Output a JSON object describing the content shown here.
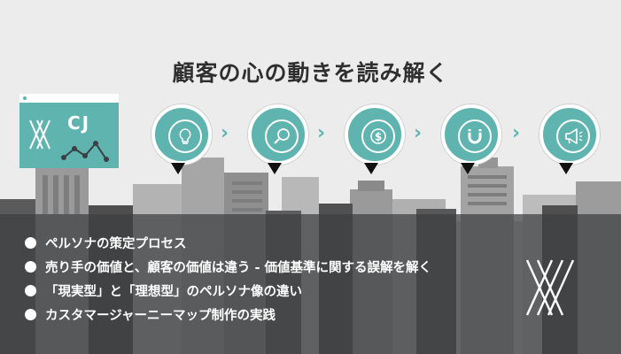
{
  "header": {
    "title": "顧客の心の動きを読み解く"
  },
  "monitor": {
    "label": "CJ"
  },
  "steps": [
    {
      "icon": "lightbulb-icon"
    },
    {
      "icon": "magnifier-icon"
    },
    {
      "icon": "dollar-coin-icon"
    },
    {
      "icon": "magnet-icon"
    },
    {
      "icon": "megaphone-icon"
    }
  ],
  "bullets": [
    "ペルソナの策定プロセス",
    "売り手の価値と、顧客の価値は違う - 価値基準に関する誤解を解く",
    "「現実型」と「理想型」のペルソナ像の違い",
    "カスタマージャーニーマップ制作の実践"
  ],
  "colors": {
    "accent": "#5fb4b0",
    "background": "#ececec",
    "overlay": "#3c3e40"
  }
}
